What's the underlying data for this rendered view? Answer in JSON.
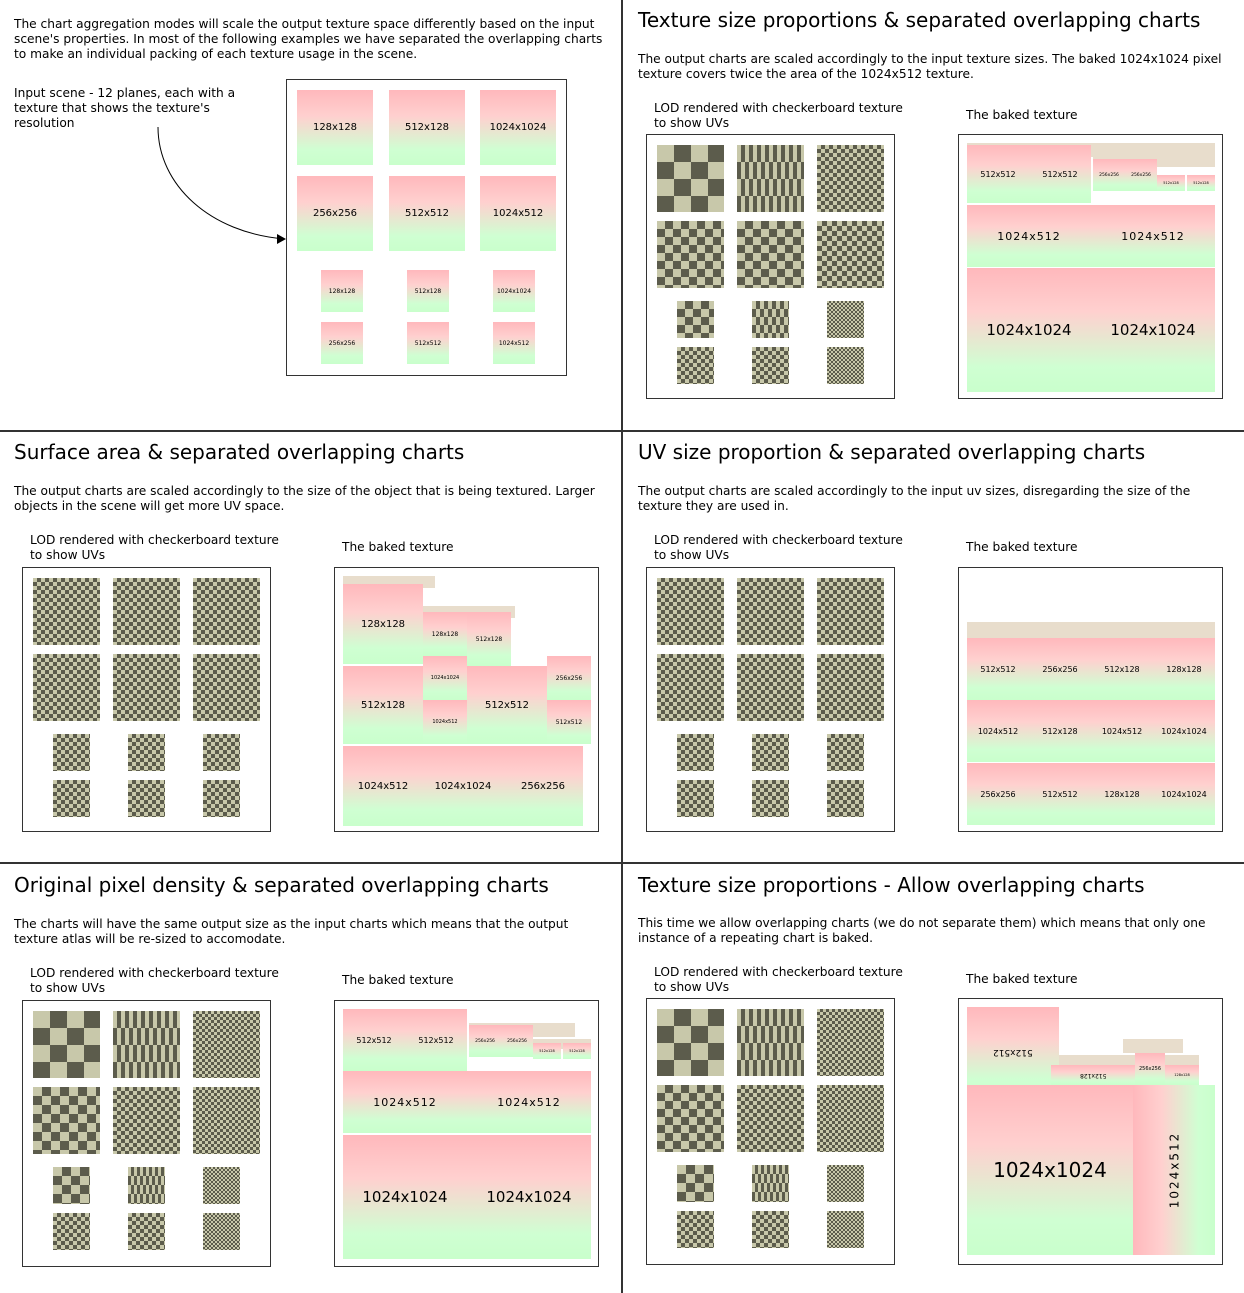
{
  "colors": {
    "checker_dark": "#5c5c4c",
    "checker_light": "#c8c8aa",
    "tile_top": "#ffb8bc",
    "tile_bottom": "#c9ffcc",
    "base": "#e8ddcc"
  },
  "captions": {
    "lod": "LOD rendered with checkerboard texture to show UVs",
    "baked": "The baked texture"
  },
  "intro": {
    "text": "The chart aggregation modes will scale the output texture space differently based on the input scene's properties. In most of the following examples we have separated the overlapping charts to make an individual packing of each texture usage in the scene.",
    "input_label": "Input scene - 12 planes, each with a texture that shows the texture's resolution",
    "tiles": [
      "128x128",
      "512x128",
      "1024x1024",
      "256x256",
      "512x512",
      "1024x512",
      "128x128",
      "512x128",
      "1024x1024",
      "256x256",
      "512x512",
      "1024x512"
    ]
  },
  "p1": {
    "title": "Texture size proportions & separated overlapping charts",
    "desc": "The output charts are scaled accordingly to the input texture sizes. The baked 1024x1024 pixel texture covers twice the area of the 1024x512 texture.",
    "labels": [
      "512x512",
      "512x512",
      "256x256",
      "256x256",
      "512x128",
      "512x128",
      "1024x512",
      "1024x512",
      "1024x1024",
      "1024x1024"
    ]
  },
  "p2": {
    "title": "Surface area & separated overlapping charts",
    "desc": "The output charts are scaled accordingly to the size of the object that is being textured. Larger objects in the scene will get more UV space.",
    "labels": [
      "128x128",
      "128x128",
      "512x128",
      "1024x1024",
      "256x256",
      "512x128",
      "512x512",
      "1024x512",
      "512x512",
      "1024x512",
      "1024x1024",
      "256x256"
    ]
  },
  "p3": {
    "title": "UV size proportion & separated overlapping charts",
    "desc": "The output charts are scaled accordingly to the input uv sizes, disregarding the size of the texture they are used in.",
    "labels": [
      "512x512",
      "256x256",
      "512x128",
      "128x128",
      "1024x512",
      "512x128",
      "1024x512",
      "1024x1024",
      "256x256",
      "512x512",
      "128x128",
      "1024x1024"
    ]
  },
  "p4": {
    "title": "Original pixel density & separated overlapping charts",
    "desc": "The charts will have the same output size as the input charts which means that the output texture atlas will be re-sized to accomodate.",
    "labels": [
      "512x512",
      "512x512",
      "256x256",
      "256x256",
      "512x128",
      "512x128",
      "1024x512",
      "1024x512",
      "1024x1024",
      "1024x1024"
    ]
  },
  "p5": {
    "title": "Texture size proportions - Allow overlapping charts",
    "desc": "This time we allow overlapping charts (we do not separate them) which means that only one instance of a repeating chart is baked.",
    "labels": [
      "512x512",
      "512x128",
      "256x256",
      "128x128",
      "1024x1024",
      "1024x512"
    ]
  }
}
